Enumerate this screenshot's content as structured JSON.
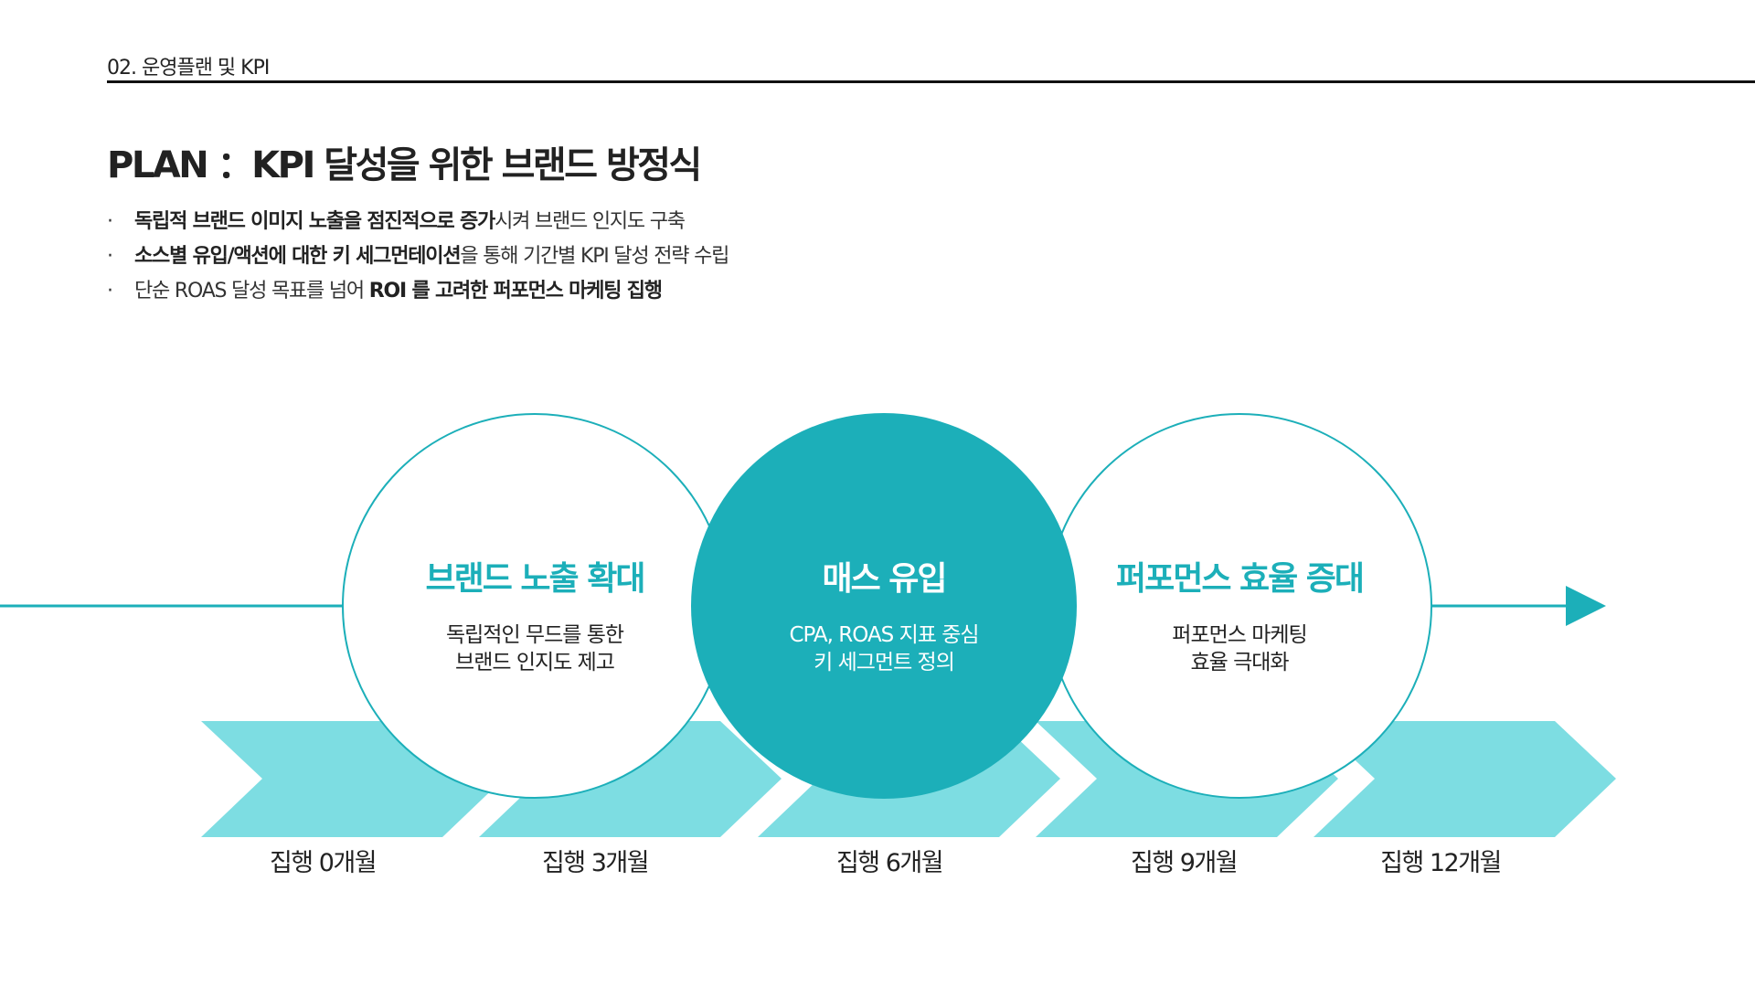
{
  "header": {
    "section": "02. 운영플랜 및 KPI",
    "title": "PLAN ：KPI 달성을 위한 브랜드 방정식"
  },
  "bullets": [
    {
      "bold": "독립적 브랜드 이미지 노출을 점진적으로 증가",
      "normal": "시켜 브랜드 인지도 구축",
      "bold2": ""
    },
    {
      "bold": "소스별 유입/액션에 대한 키 세그먼테이션",
      "normal": "을 통해 기간별 KPI 달성 전략 수립",
      "bold2": ""
    },
    {
      "bold": "",
      "normal": "단순 ROAS 달성 목표를 넘어 ",
      "bold2": "ROI 를 고려한 퍼포먼스 마케팅 집행"
    }
  ],
  "stages": [
    {
      "title": "브랜드 노출 확대",
      "line1": "독립적인 무드를 통한",
      "line2": "브랜드 인지도 제고"
    },
    {
      "title": "매스 유입",
      "line1": "CPA, ROAS 지표 중심",
      "line2": "키 세그먼트 정의"
    },
    {
      "title": "퍼포먼스 효율 증대",
      "line1": "퍼포먼스 마케팅",
      "line2": "효율 극대화"
    }
  ],
  "timeline": [
    "집행 0개월",
    "집행 3개월",
    "집행 6개월",
    "집행 9개월",
    "집행 12개월"
  ],
  "colors": {
    "accent": "#1cafb9",
    "chevron": "#7ddde2"
  }
}
